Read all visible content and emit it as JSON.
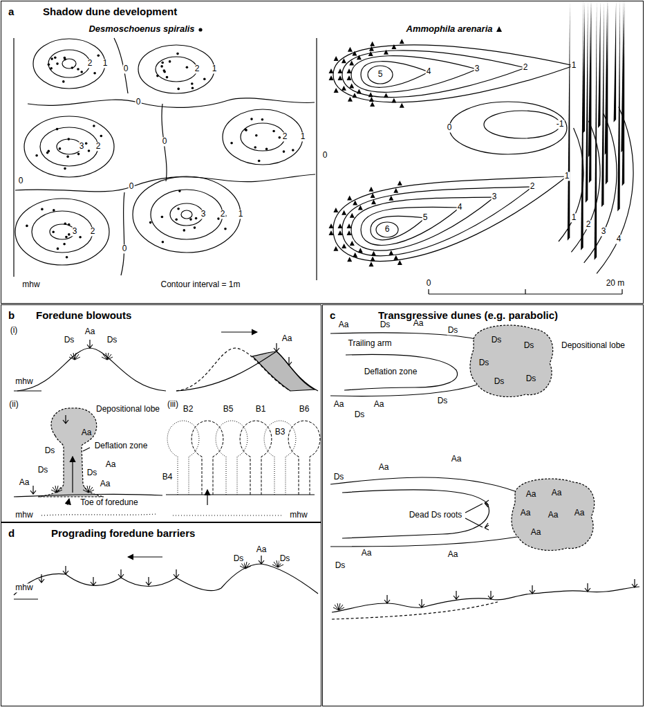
{
  "diagram": {
    "nodes": [
      {
        "text": [
          "a",
          "Shadow dune development"
        ]
      },
      {
        "text": [
          "b",
          "Foredune blowouts"
        ]
      },
      {
        "text": [
          "c",
          "Transgressive dunes (e.g. parabolic)"
        ]
      },
      {
        "text": [
          "d",
          "Prograding foredune barriers"
        ]
      }
    ],
    "labels": [
      "Desmoschoenus spiralis",
      "Ammophila arenaria",
      "2",
      "1",
      "0",
      "2",
      "1",
      "0",
      "3",
      "2",
      "0",
      "2",
      "1",
      "0",
      "0",
      "3",
      "2",
      "3",
      "2",
      "1",
      "0",
      "mhw",
      "Contour interval = 1m",
      "0",
      "5",
      "4",
      "3",
      "2",
      "1",
      "-1",
      "0",
      "6",
      "5",
      "4",
      "3",
      "2",
      "1",
      "1",
      "2",
      "3",
      "4",
      "0",
      "20 m",
      "(i)",
      "Ds",
      "Aa",
      "Ds",
      "mhw",
      "Aa",
      "(ii)",
      "Depositional lobe",
      "Aa",
      "Ds",
      "Deflation zone",
      "Ds",
      "Aa",
      "Ds",
      "Aa",
      "Aa",
      "Toe of foredune",
      "mhw",
      "(iii)",
      "B2",
      "B5",
      "B1",
      "B3",
      "B6",
      "B4",
      "mhw",
      "mhw",
      "Ds",
      "Aa",
      "Ds",
      "Aa",
      "Ds",
      "Aa",
      "Ds",
      "Trailing arm",
      "Deflation zone",
      "Depositional lobe",
      "Ds",
      "Ds",
      "Ds",
      "Ds",
      "Ds",
      "Aa",
      "Aa",
      "Ds",
      "Ds",
      "Ds",
      "Aa",
      "Aa",
      "Aa",
      "Aa",
      "Aa",
      "Aa",
      "Aa",
      "Aa",
      "Dead Ds roots",
      "Aa",
      "Aa",
      "Ds"
    ]
  }
}
